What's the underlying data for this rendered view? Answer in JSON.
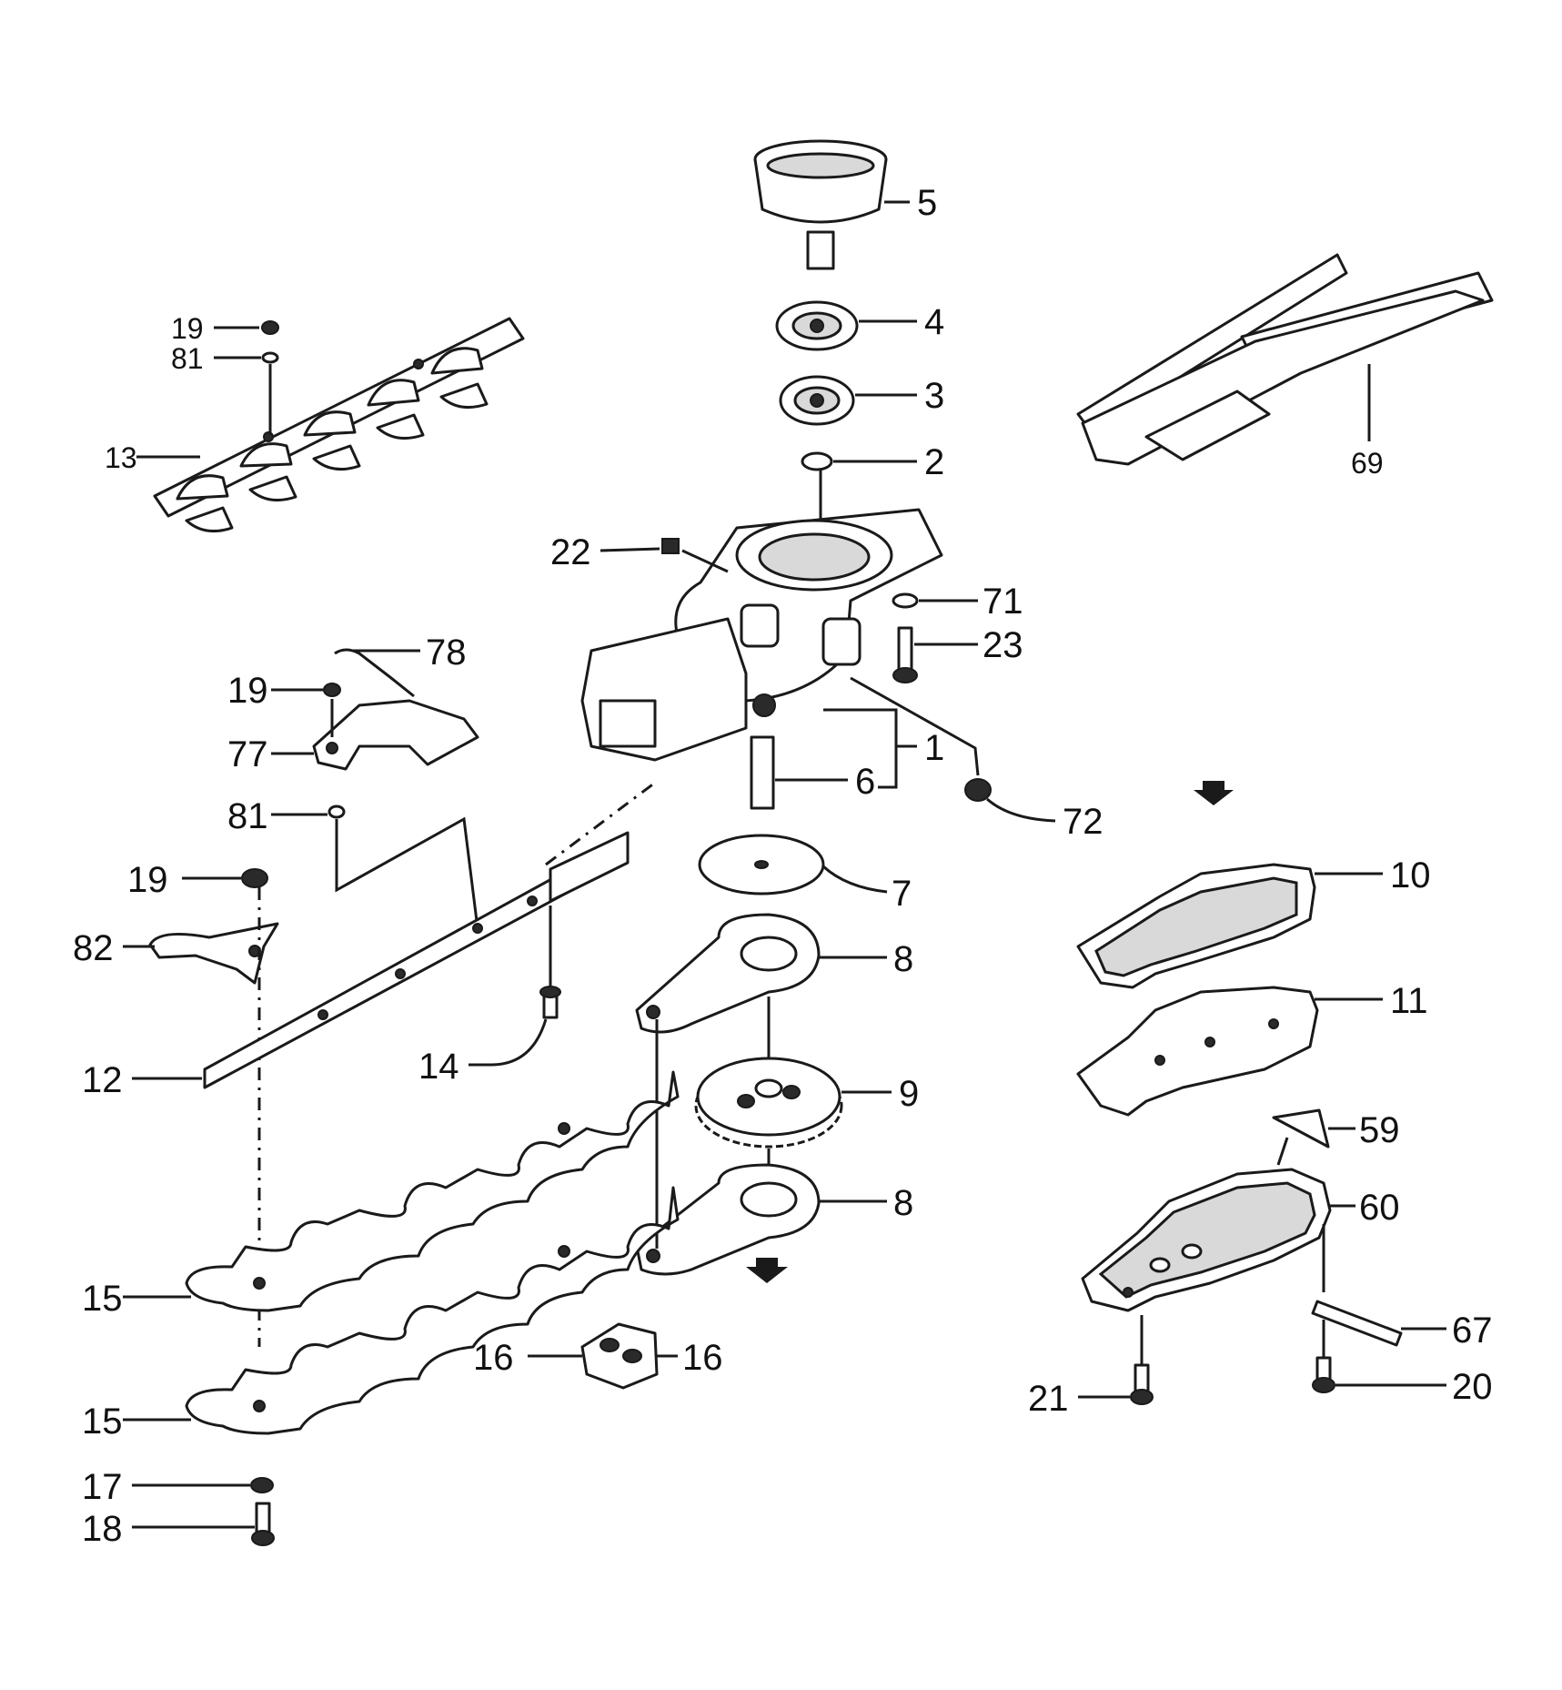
{
  "diagram": {
    "parts": {
      "p1": "1",
      "p2": "2",
      "p3": "3",
      "p4": "4",
      "p5": "5",
      "p6": "6",
      "p7": "7",
      "p8a": "8",
      "p8b": "8",
      "p9": "9",
      "p10": "10",
      "p11": "11",
      "p12": "12",
      "p13": "13",
      "p14": "14",
      "p15a": "15",
      "p15b": "15",
      "p16a": "16",
      "p16b": "16",
      "p17": "17",
      "p18": "18",
      "p19a": "19",
      "p19b": "19",
      "p19c": "19",
      "p20": "20",
      "p21": "21",
      "p22": "22",
      "p23": "23",
      "p59": "59",
      "p60": "60",
      "p67": "67",
      "p69": "69",
      "p71": "71",
      "p72": "72",
      "p77": "77",
      "p78": "78",
      "p81a": "81",
      "p81b": "81",
      "p82": "82"
    }
  }
}
